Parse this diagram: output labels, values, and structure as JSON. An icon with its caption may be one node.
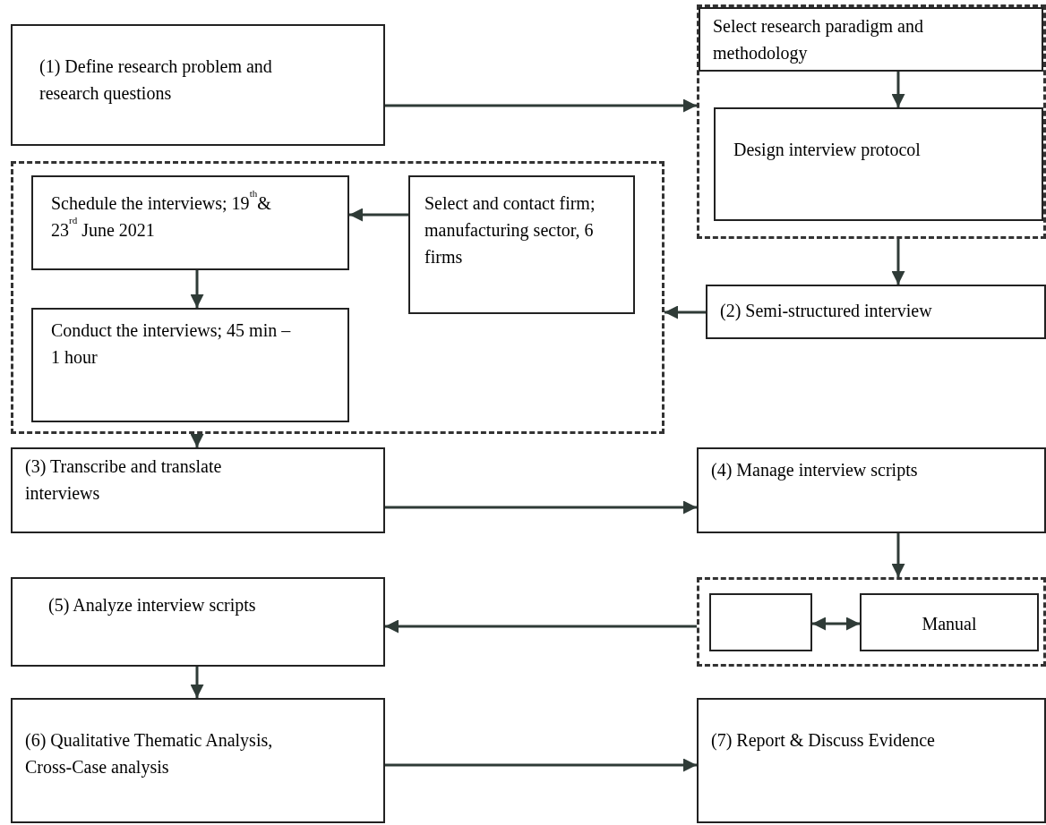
{
  "diagram": {
    "nodes": [
      {
        "text": [
          "(1)  Define research problem and research questions"
        ]
      },
      {
        "text": [],
        "shape": "box"
      },
      {
        "text": [
          "Select research paradigm and methodology"
        ],
        "in": 1
      },
      {
        "text": [
          "Design interview protocol"
        ],
        "in": 1
      },
      {
        "text": [],
        "shape": "box"
      },
      {
        "text": [
          "Schedule the interviews; 19$^{th}$& 23$^{rd}$ June 2021"
        ],
        "in": 4
      },
      {
        "text": [
          "Select and contact firm; manufacturing sector, 6 firms"
        ],
        "in": 4
      },
      {
        "text": [
          "Conduct the interviews; 45 min – 1 hour"
        ],
        "in": 4
      },
      {
        "text": [
          "(2) Semi-structured interview"
        ]
      },
      {
        "text": [
          "(3) Transcribe and translate interviews"
        ]
      },
      {
        "text": [
          "(4) Manage interview scripts"
        ]
      },
      {
        "text": [],
        "shape": "box"
      },
      {
        "text": [],
        "shape": "box",
        "in": 11
      },
      {
        "text": [
          "Manual"
        ],
        "in": 11
      },
      {
        "text": [
          "(5) Analyze interview scripts"
        ]
      },
      {
        "text": [
          "(6) Qualitative Thematic Analysis, Cross-Case analysis"
        ]
      },
      {
        "text": [
          "(7) Report & Discuss Evidence"
        ]
      }
    ],
    "edges": [
      {
        "from": 0,
        "to": 1,
        "arrow": "to"
      },
      {
        "from": 2,
        "to": 3,
        "arrow": "to"
      },
      {
        "from": 1,
        "to": 8,
        "arrow": "to"
      },
      {
        "from": 6,
        "to": 5,
        "arrow": "to"
      },
      {
        "from": 5,
        "to": 7,
        "arrow": "to"
      },
      {
        "from": 8,
        "to": 4,
        "arrow": "to"
      },
      {
        "from": 4,
        "to": 9,
        "arrow": "to"
      },
      {
        "from": 9,
        "to": 10,
        "arrow": "to"
      },
      {
        "from": 10,
        "to": 11,
        "arrow": "to"
      },
      {
        "from": 11,
        "to": 14,
        "arrow": "to"
      },
      {
        "from": 12,
        "to": 13,
        "arrow": "both"
      },
      {
        "from": 14,
        "to": 15,
        "arrow": "to"
      },
      {
        "from": 15,
        "to": 16,
        "arrow": "to"
      }
    ]
  }
}
